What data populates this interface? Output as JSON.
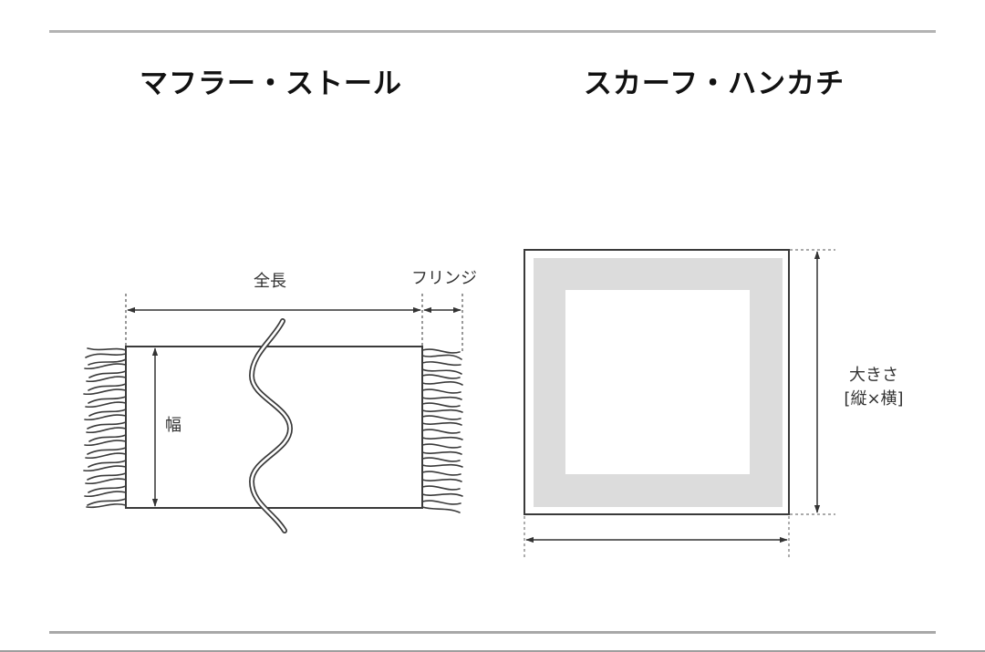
{
  "headings": {
    "muffler": "マフラー・ストール",
    "scarf": "スカーフ・ハンカチ"
  },
  "muffler_diagram": {
    "total_length_label": "全長",
    "fringe_label": "フリンジ",
    "width_label": "幅"
  },
  "scarf_diagram": {
    "size_label": "大きさ",
    "size_detail_label": "[縦×横]"
  },
  "colors": {
    "line": "#3a3a3a",
    "divider": "#b3b3b3",
    "band_fill": "#dcdcdc"
  }
}
